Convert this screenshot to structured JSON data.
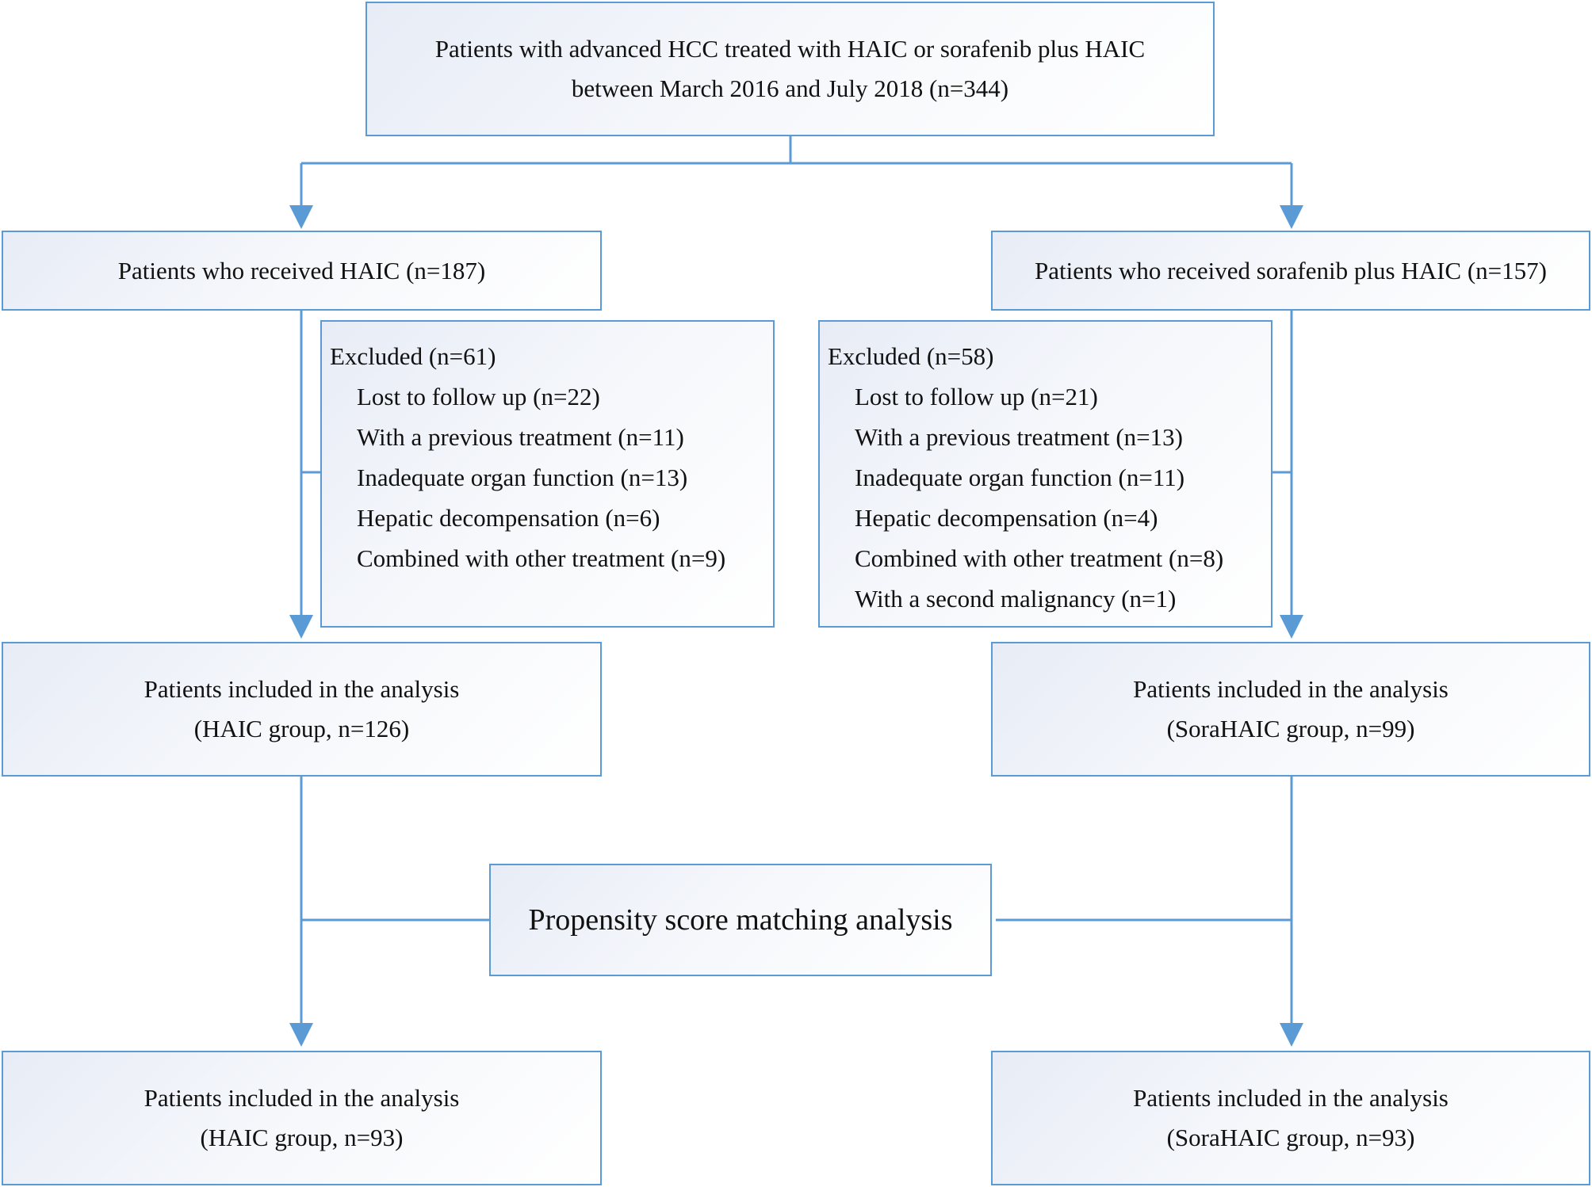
{
  "top": {
    "line1": "Patients with advanced HCC  treated with HAIC  or sorafenib plus HAIC",
    "line2": "between March  2016 and July 2018 (n=344)"
  },
  "left": {
    "received": "Patients who received HAIC (n=187)",
    "excluded": {
      "title": "Excluded (n=61)",
      "items": [
        "Lost to follow up (n=22)",
        "With a previous treatment (n=11)",
        "Inadequate organ function (n=13)",
        "Hepatic decompensation (n=6)",
        "Combined with other treatment (n=9)"
      ]
    },
    "included": {
      "line1": "Patients included in the analysis",
      "line2": "(HAIC group, n=126)"
    },
    "matched": {
      "line1": "Patients included in the analysis",
      "line2": "(HAIC group, n=93)"
    }
  },
  "right": {
    "received": "Patients who received  sorafenib plus HAIC (n=157)",
    "excluded": {
      "title": "Excluded (n=58)",
      "items": [
        "Lost to follow up (n=21)",
        "With a previous treatment (n=13)",
        "Inadequate organ function (n=11)",
        "Hepatic decompensation (n=4)",
        "Combined with other treatment (n=8)",
        "With a second malignancy (n=1)"
      ]
    },
    "included": {
      "line1": "Patients included in the analysis",
      "line2": "(SoraHAIC group, n=99)"
    },
    "matched": {
      "line1": "Patients included in the analysis",
      "line2": "(SoraHAIC group, n=93)"
    }
  },
  "psm": {
    "label": "Propensity score matching analysis"
  },
  "colors": {
    "line": "#5b9bd5",
    "border": "#5b9bd5"
  }
}
